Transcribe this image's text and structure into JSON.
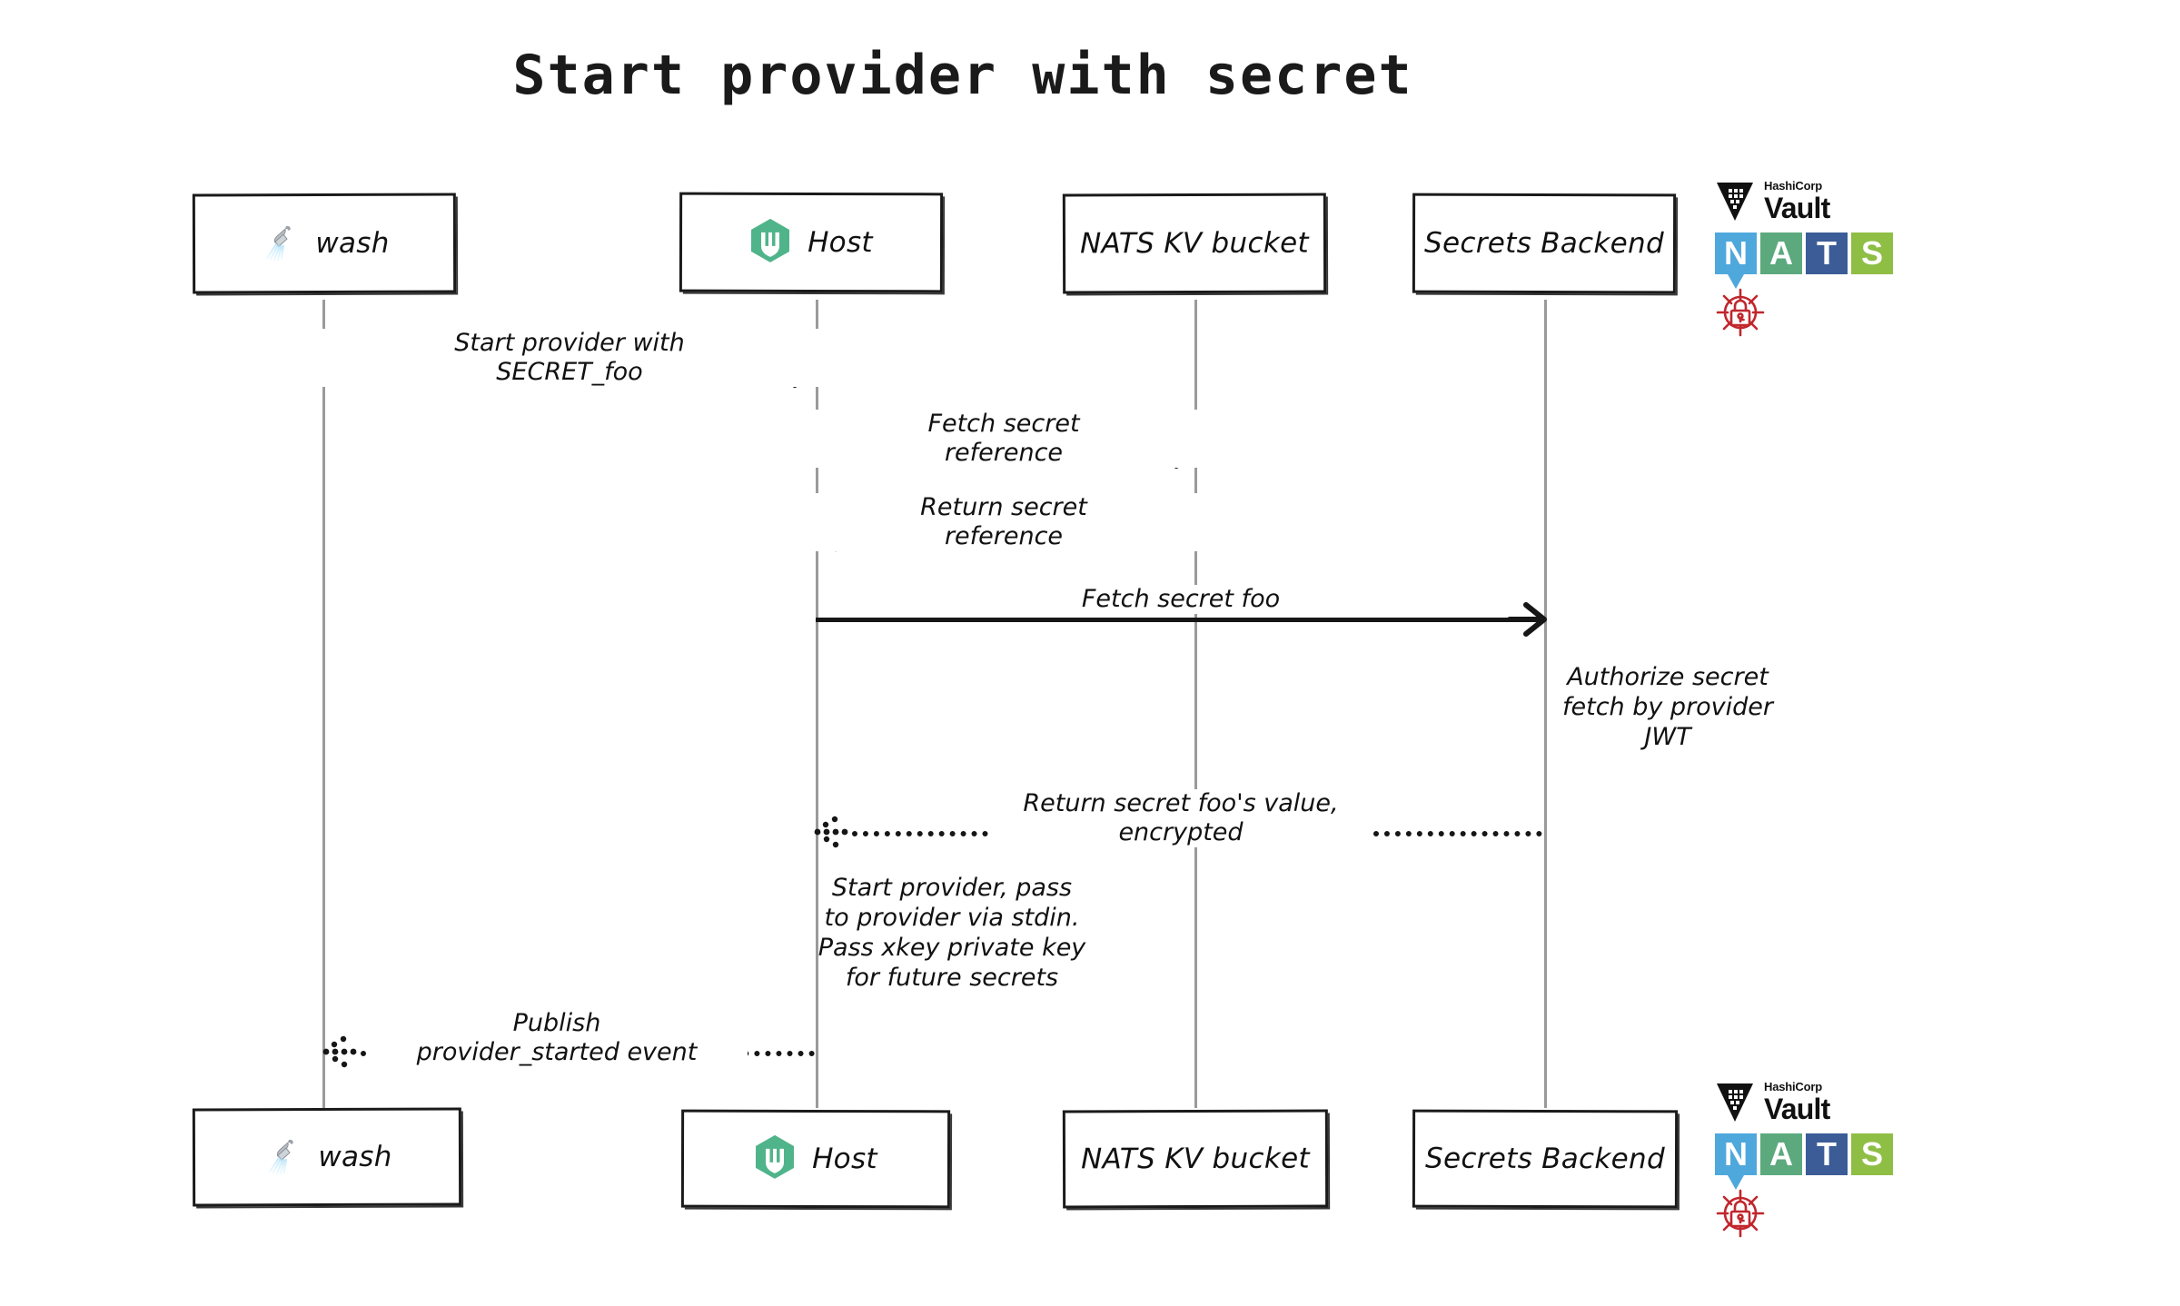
{
  "title": "Start provider with secret",
  "participants": [
    {
      "id": "wash",
      "label": "wash",
      "icon": "shower-head-icon"
    },
    {
      "id": "host",
      "label": "Host",
      "icon": "wasmcloud-hexagon-icon"
    },
    {
      "id": "natskv",
      "label": "NATS KV bucket",
      "icon": "none"
    },
    {
      "id": "backend",
      "label": "Secrets Backend",
      "icon": "none"
    }
  ],
  "messages": [
    {
      "id": "m1",
      "label": "Start provider with\nSECRET_foo",
      "from": "wash",
      "to": "host",
      "style": "solid",
      "direction": "right"
    },
    {
      "id": "m2",
      "label": "Fetch secret\nreference",
      "from": "host",
      "to": "natskv",
      "style": "solid",
      "direction": "right"
    },
    {
      "id": "m3",
      "label": "Return secret\nreference",
      "from": "natskv",
      "to": "host",
      "style": "dotted",
      "direction": "left"
    },
    {
      "id": "m4",
      "label": "Fetch secret foo",
      "from": "host",
      "to": "backend",
      "style": "solid",
      "direction": "right"
    },
    {
      "id": "m5",
      "label": "Return secret foo's value,\nencrypted",
      "from": "backend",
      "to": "host",
      "style": "dotted",
      "direction": "left"
    },
    {
      "id": "m6",
      "label": "Publish\nprovider_started event",
      "from": "host",
      "to": "wash",
      "style": "dotted",
      "direction": "left"
    }
  ],
  "notes": [
    {
      "id": "n1",
      "text": "Authorize secret\nfetch by provider\nJWT",
      "near": "backend"
    },
    {
      "id": "n2",
      "text": "Start provider, pass\nto provider via stdin.\nPass xkey private key\nfor future secrets",
      "near": "host"
    }
  ],
  "logos": {
    "vault": {
      "vendor": "HashiCorp",
      "product": "Vault",
      "icon": "vault-triangle-icon"
    },
    "nats": {
      "letters": [
        "N",
        "A",
        "T",
        "S"
      ],
      "colors": [
        "#4FA8DC",
        "#5CA97E",
        "#3B5C96",
        "#8FBE45"
      ],
      "icon": "nats-logo-icon"
    },
    "lock": {
      "icon": "secure-lock-target-icon",
      "color": "#C1272D"
    }
  },
  "colors": {
    "ink": "#161616",
    "lifeline": "#9a9a9a",
    "wasmcloud_green": "#50B48A",
    "vault_black": "#111111",
    "lock_red": "#C1272D"
  }
}
